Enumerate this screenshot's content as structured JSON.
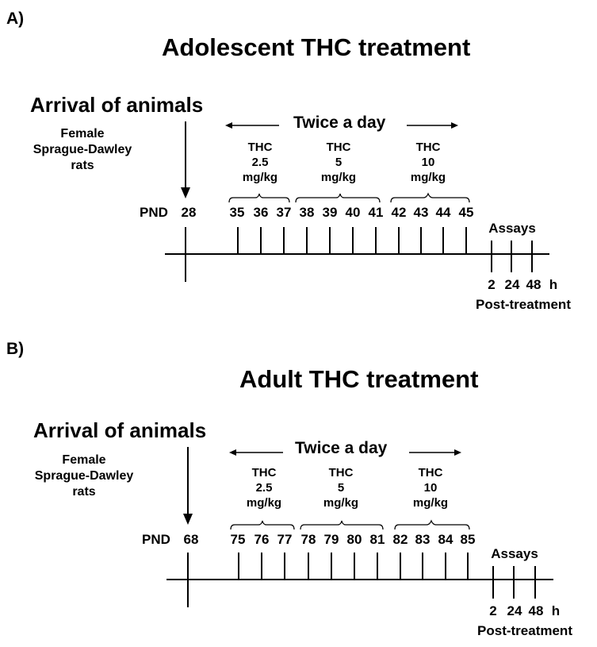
{
  "panels": [
    {
      "label": "A)",
      "title": "Adolescent THC treatment",
      "arrival": "Arrival of animals",
      "species": [
        "Female",
        "Sprague-Dawley",
        "rats"
      ],
      "twice_a_day": "Twice a day",
      "doses": [
        {
          "drug": "THC",
          "amount": "2.5",
          "unit": "mg/kg"
        },
        {
          "drug": "THC",
          "amount": "5",
          "unit": "mg/kg"
        },
        {
          "drug": "THC",
          "amount": "10",
          "unit": "mg/kg"
        }
      ],
      "pnd_label": "PND",
      "arrival_day": "28",
      "days": [
        "35",
        "36",
        "37",
        "38",
        "39",
        "40",
        "41",
        "42",
        "43",
        "44",
        "45"
      ],
      "assays": "Assays",
      "post_times": [
        "2",
        "24",
        "48"
      ],
      "post_unit": "h",
      "post_label": "Post-treatment"
    },
    {
      "label": "B)",
      "title": "Adult THC treatment",
      "arrival": "Arrival of animals",
      "species": [
        "Female",
        "Sprague-Dawley",
        "rats"
      ],
      "twice_a_day": "Twice a day",
      "doses": [
        {
          "drug": "THC",
          "amount": "2.5",
          "unit": "mg/kg"
        },
        {
          "drug": "THC",
          "amount": "5",
          "unit": "mg/kg"
        },
        {
          "drug": "THC",
          "amount": "10",
          "unit": "mg/kg"
        }
      ],
      "pnd_label": "PND",
      "arrival_day": "68",
      "days": [
        "75",
        "76",
        "77",
        "78",
        "79",
        "80",
        "81",
        "82",
        "83",
        "84",
        "85"
      ],
      "assays": "Assays",
      "post_times": [
        "2",
        "24",
        "48"
      ],
      "post_unit": "h",
      "post_label": "Post-treatment"
    }
  ]
}
